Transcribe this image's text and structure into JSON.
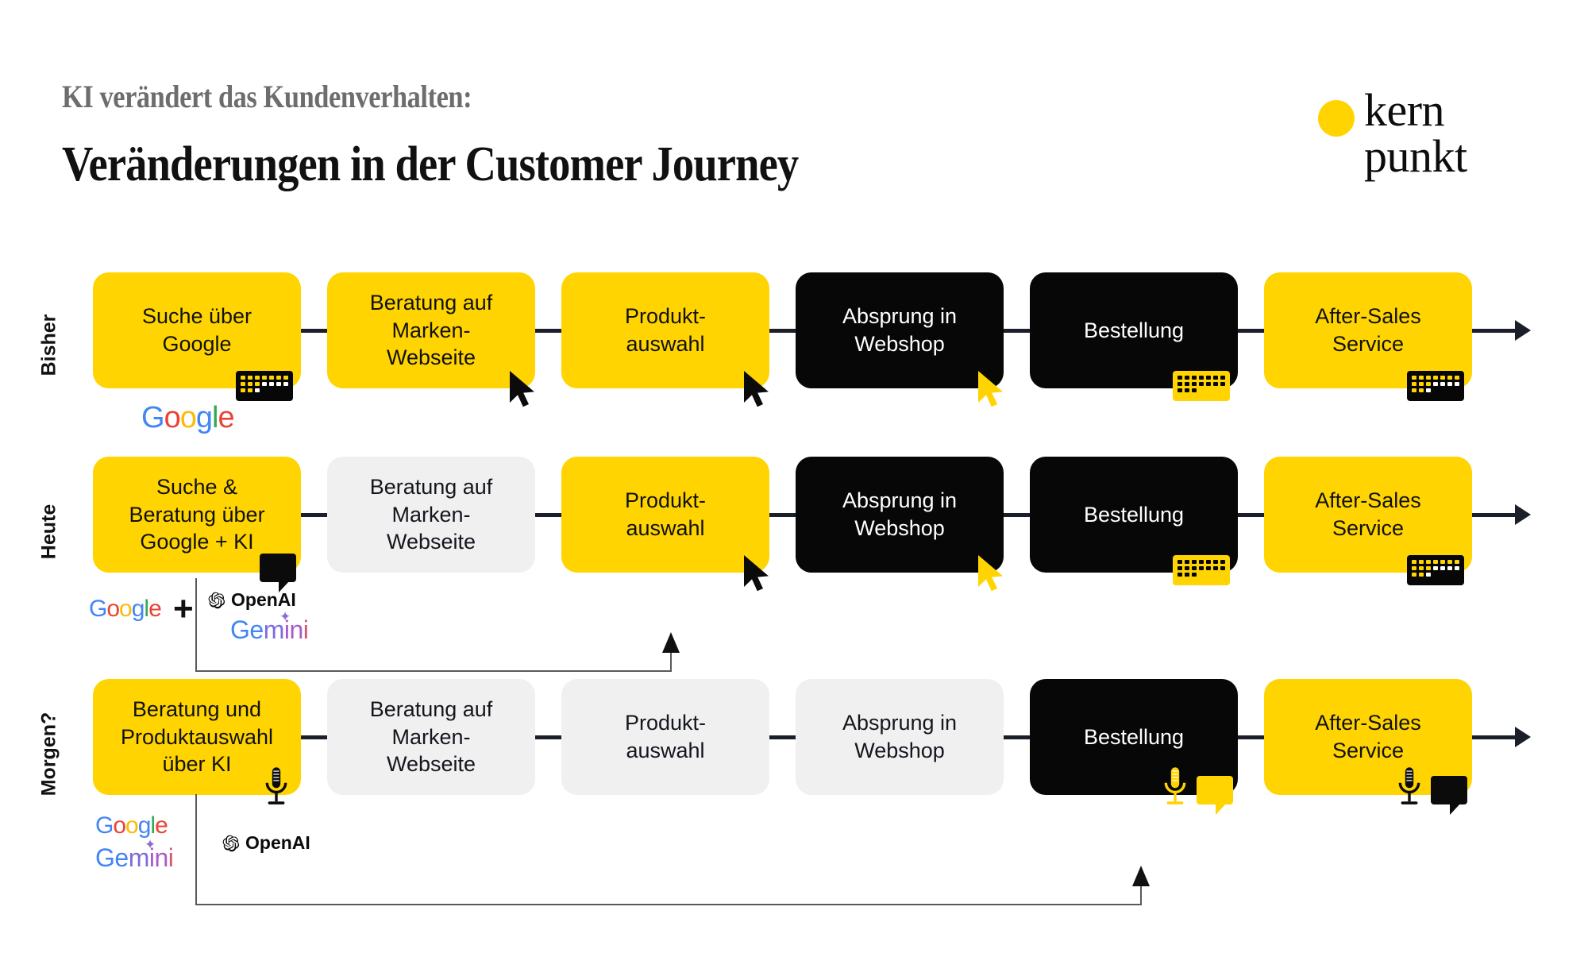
{
  "header": {
    "kicker": "KI verändert das Kundenverhalten:",
    "headline": "Veränderungen in der Customer Journey"
  },
  "logo": {
    "line1": "kern",
    "line2": "punkt",
    "dot_color": "#FFD400",
    "dot_name": "logo-dot"
  },
  "colors": {
    "yellow": "#FFD400",
    "black": "#070707",
    "grey": "#F0F0F0",
    "connector": "#1b1f2a",
    "loop": "#5a5a5a"
  },
  "rows": [
    {
      "label": "Bisher",
      "steps": [
        {
          "text": "Suche über\nGoogle",
          "style": "yellow",
          "icons": [
            "keyboard-black-icon"
          ]
        },
        {
          "text": "Beratung auf\nMarken-\nWebseite",
          "style": "yellow",
          "icons": [
            "cursor-black-icon"
          ]
        },
        {
          "text": "Produkt-\nauswahl",
          "style": "yellow",
          "icons": [
            "cursor-black-icon"
          ]
        },
        {
          "text": "Absprung in\nWebshop",
          "style": "black",
          "icons": [
            "cursor-yellow-icon"
          ]
        },
        {
          "text": "Bestellung",
          "style": "black",
          "icons": [
            "keyboard-yellow-icon"
          ]
        },
        {
          "text": "After-Sales\nService",
          "style": "yellow",
          "icons": [
            "keyboard-black-icon"
          ]
        }
      ],
      "brands": [
        {
          "name": "google-logo",
          "label": "Google"
        }
      ]
    },
    {
      "label": "Heute",
      "steps": [
        {
          "text": "Suche &\nBeratung über\nGoogle + KI",
          "style": "yellow",
          "icons": [
            "speech-bubble-black-icon"
          ]
        },
        {
          "text": "Beratung auf\nMarken-\nWebseite",
          "style": "grey",
          "icons": []
        },
        {
          "text": "Produkt-\nauswahl",
          "style": "yellow",
          "icons": [
            "cursor-black-icon"
          ]
        },
        {
          "text": "Absprung in\nWebshop",
          "style": "black",
          "icons": [
            "cursor-yellow-icon"
          ]
        },
        {
          "text": "Bestellung",
          "style": "black",
          "icons": [
            "keyboard-yellow-icon"
          ]
        },
        {
          "text": "After-Sales\nService",
          "style": "yellow",
          "icons": [
            "keyboard-black-icon"
          ]
        }
      ],
      "brands": [
        {
          "name": "google-logo",
          "label": "Google"
        },
        {
          "name": "plus-sign",
          "label": "+"
        },
        {
          "name": "openai-logo",
          "label": "OpenAI"
        },
        {
          "name": "gemini-logo",
          "label": "Gemini"
        }
      ]
    },
    {
      "label": "Morgen?",
      "steps": [
        {
          "text": "Beratung und\nProduktauswahl\nüber KI",
          "style": "yellow",
          "icons": [
            "microphone-black-icon"
          ]
        },
        {
          "text": "Beratung auf\nMarken-\nWebseite",
          "style": "grey",
          "icons": []
        },
        {
          "text": "Produkt-\nauswahl",
          "style": "grey",
          "icons": []
        },
        {
          "text": "Absprung in\nWebshop",
          "style": "grey",
          "icons": []
        },
        {
          "text": "Bestellung",
          "style": "black",
          "icons": [
            "microphone-yellow-icon",
            "speech-bubble-yellow-icon"
          ]
        },
        {
          "text": "After-Sales\nService",
          "style": "yellow",
          "icons": [
            "microphone-black-icon",
            "speech-bubble-black-icon"
          ]
        }
      ],
      "brands": [
        {
          "name": "google-logo",
          "label": "Google"
        },
        {
          "name": "gemini-logo",
          "label": "Gemini"
        },
        {
          "name": "openai-logo",
          "label": "OpenAI"
        }
      ]
    }
  ],
  "brand_text": {
    "google": "Google",
    "gemini": "Gemini",
    "openai": "OpenAI",
    "plus": "+"
  }
}
